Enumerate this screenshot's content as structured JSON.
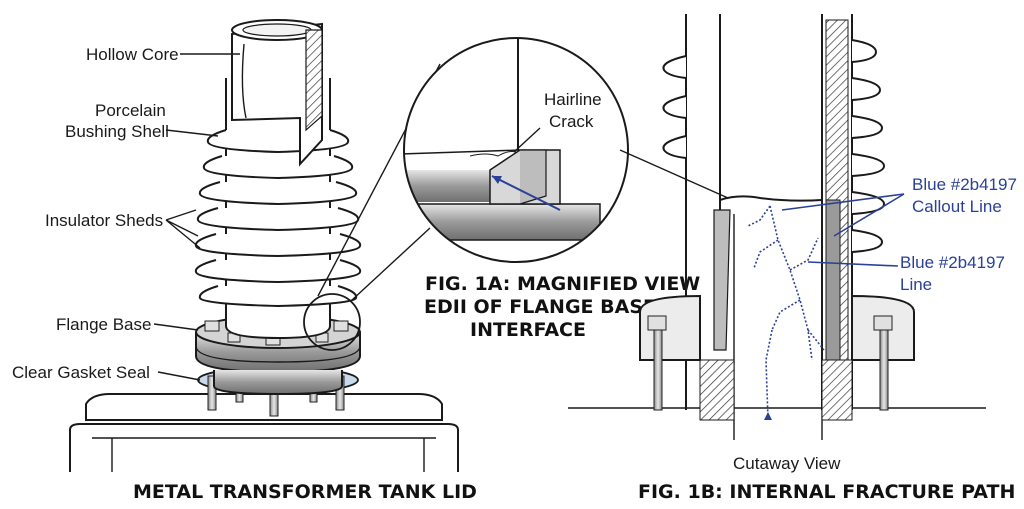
{
  "labels": {
    "hollow_core": "Hollow Core",
    "porcelain_1": "Porcelain",
    "porcelain_2": "Bushing Shell",
    "insulator_sheds": "Insulator Sheds",
    "flange_base": "Flange Base",
    "gasket_seal": "Clear Gasket Seal",
    "hairline_1": "Hairline",
    "hairline_2": "Crack",
    "blue_callout_1": "Blue #2b4197",
    "blue_callout_2": "Callout Line",
    "blue_line_1": "Blue #2b4197",
    "blue_line_2": "Line",
    "cutaway": "Cutaway View"
  },
  "captions": {
    "tank_lid": "METAL TRANSFORMER TANK LID",
    "fig1a_1": "FIG. 1A: MAGNIFIED VIEW",
    "fig1a_2": "EDII OF FLANGE BASE",
    "fig1a_3": "INTERFACE",
    "fig1b": "FIG. 1B: INTERNAL FRACTURE PATH"
  },
  "colors": {
    "callout": "#2b4197",
    "gasket": "#c9d9ec",
    "metal": "#b8b8b8",
    "porcelain": "#ffffff"
  }
}
